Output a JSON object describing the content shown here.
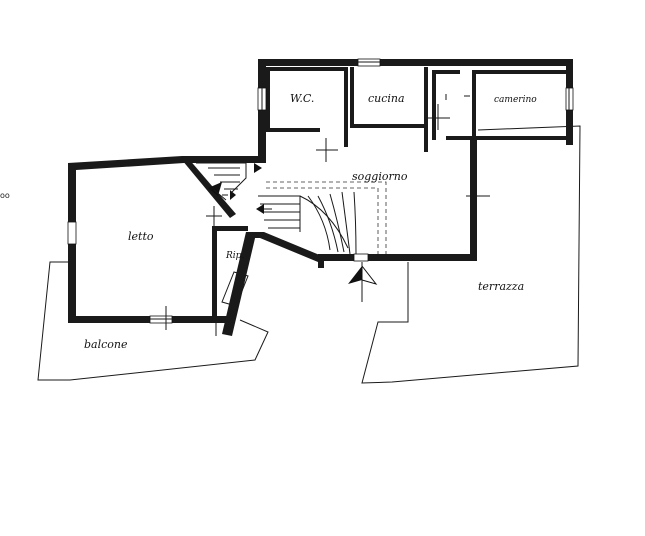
{
  "rooms": {
    "wc": "W.C.",
    "cucina": "cucina",
    "camerino": "camerino",
    "soggiorno": "soggiorno",
    "letto": "letto",
    "ripostiglio": "Rip.",
    "balcone": "balcone",
    "terrazza": "terrazza"
  },
  "edge_marks": {
    "left": "oo"
  }
}
